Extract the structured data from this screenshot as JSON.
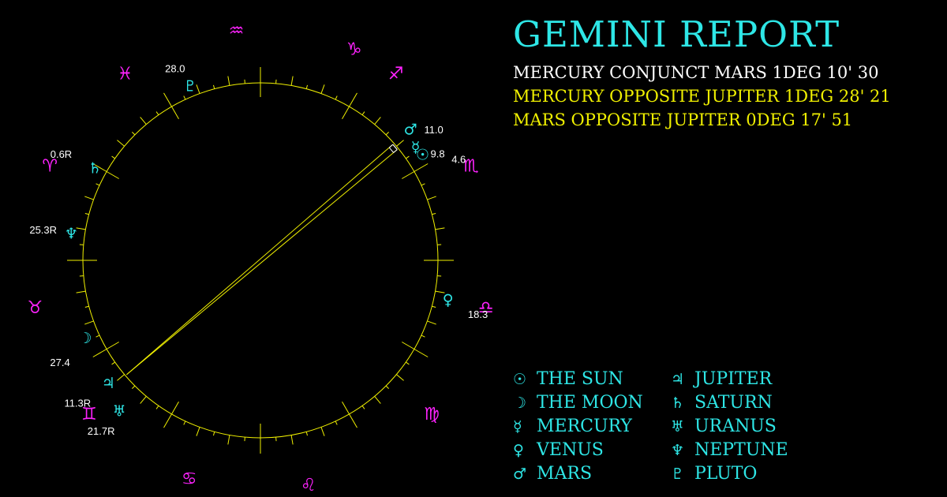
{
  "colors": {
    "background": "#000000",
    "title": "#2ee6e6",
    "wheel": "#f0f000",
    "sign": "#ff22ff",
    "planet": "#2ee6e6",
    "degree_label": "#ffffff",
    "aspect_white": "#ffffff",
    "aspect_yellow": "#f0f000"
  },
  "report": {
    "title": "GEMINI REPORT",
    "aspects": [
      {
        "text": "MERCURY CONJUNCT MARS 1DEG 10' 30",
        "color": "#ffffff"
      },
      {
        "text": "MERCURY OPPOSITE JUPITER 1DEG 28' 21",
        "color": "#f0f000"
      },
      {
        "text": "MARS OPPOSITE JUPITER 0DEG 17' 51",
        "color": "#f0f000"
      }
    ]
  },
  "wheel": {
    "signs": [
      {
        "name": "sagittarius",
        "glyph": "♐",
        "angle": 54
      },
      {
        "name": "scorpio",
        "glyph": "♏",
        "angle": 24
      },
      {
        "name": "libra",
        "glyph": "♎",
        "angle": -12
      },
      {
        "name": "virgo",
        "glyph": "♍",
        "angle": -42
      },
      {
        "name": "leo",
        "glyph": "♌",
        "angle": -78
      },
      {
        "name": "cancer",
        "glyph": "♋",
        "angle": -108
      },
      {
        "name": "gemini",
        "glyph": "♊",
        "angle": -138
      },
      {
        "name": "taurus",
        "glyph": "♉",
        "angle": -168
      },
      {
        "name": "aries",
        "glyph": "♈",
        "angle": 156
      },
      {
        "name": "pisces",
        "glyph": "♓",
        "angle": 126
      },
      {
        "name": "aquarius",
        "glyph": "♒",
        "angle": 96
      },
      {
        "name": "capricorn",
        "glyph": "♑",
        "angle": 66
      }
    ],
    "planets": [
      {
        "name": "mars",
        "glyph": "♂",
        "glyph_angle": 41,
        "glyph_r": 252,
        "label": "11.0",
        "label_angle": 37,
        "label_r": 275
      },
      {
        "name": "mercury",
        "glyph": "☿",
        "glyph_angle": 36,
        "glyph_r": 243,
        "label": "9.8",
        "label_angle": 31,
        "label_r": 262
      },
      {
        "name": "sun",
        "glyph": "☉",
        "glyph_angle": 33,
        "glyph_r": 245,
        "label": "4.6",
        "label_angle": 27,
        "label_r": 282
      },
      {
        "name": "venus",
        "glyph": "♀",
        "glyph_angle": -12,
        "glyph_r": 243,
        "label": "18.3",
        "label_angle": -14,
        "label_r": 284
      },
      {
        "name": "uranus",
        "glyph": "♅",
        "glyph_angle": -133,
        "glyph_r": 262,
        "label": "21.7R",
        "label_angle": -133,
        "label_r": 296
      },
      {
        "name": "jupiter",
        "glyph": "♃",
        "glyph_angle": -141,
        "glyph_r": 248,
        "label": "11.3R",
        "label_angle": -142,
        "label_r": 294
      },
      {
        "name": "moon",
        "glyph": "☽",
        "glyph_angle": -156,
        "glyph_r": 243,
        "label": "27.4",
        "label_angle": -153,
        "label_r": 285
      },
      {
        "name": "neptune",
        "glyph": "♆",
        "glyph_angle": 172,
        "glyph_r": 242,
        "label": "25.3R",
        "label_angle": 172,
        "label_r": 278
      },
      {
        "name": "saturn",
        "glyph": "♄",
        "glyph_angle": 151,
        "glyph_r": 240,
        "label": "0.6R",
        "label_angle": 152,
        "label_r": 286
      },
      {
        "name": "pluto",
        "glyph": "♇",
        "glyph_angle": 112,
        "glyph_r": 238,
        "label": "28.0",
        "label_angle": 114,
        "label_r": 266
      }
    ]
  },
  "legend": [
    {
      "glyph": "☉",
      "label": "THE SUN",
      "name": "sun"
    },
    {
      "glyph": "☽",
      "label": "THE MOON",
      "name": "moon"
    },
    {
      "glyph": "☿",
      "label": "MERCURY",
      "name": "mercury"
    },
    {
      "glyph": "♀",
      "label": "VENUS",
      "name": "venus"
    },
    {
      "glyph": "♂",
      "label": "MARS",
      "name": "mars"
    },
    {
      "glyph": "♃",
      "label": "JUPITER",
      "name": "jupiter"
    },
    {
      "glyph": "♄",
      "label": "SATURN",
      "name": "saturn"
    },
    {
      "glyph": "♅",
      "label": "URANUS",
      "name": "uranus"
    },
    {
      "glyph": "♆",
      "label": "NEPTUNE",
      "name": "neptune"
    },
    {
      "glyph": "♇",
      "label": "PLUTO",
      "name": "pluto"
    }
  ]
}
